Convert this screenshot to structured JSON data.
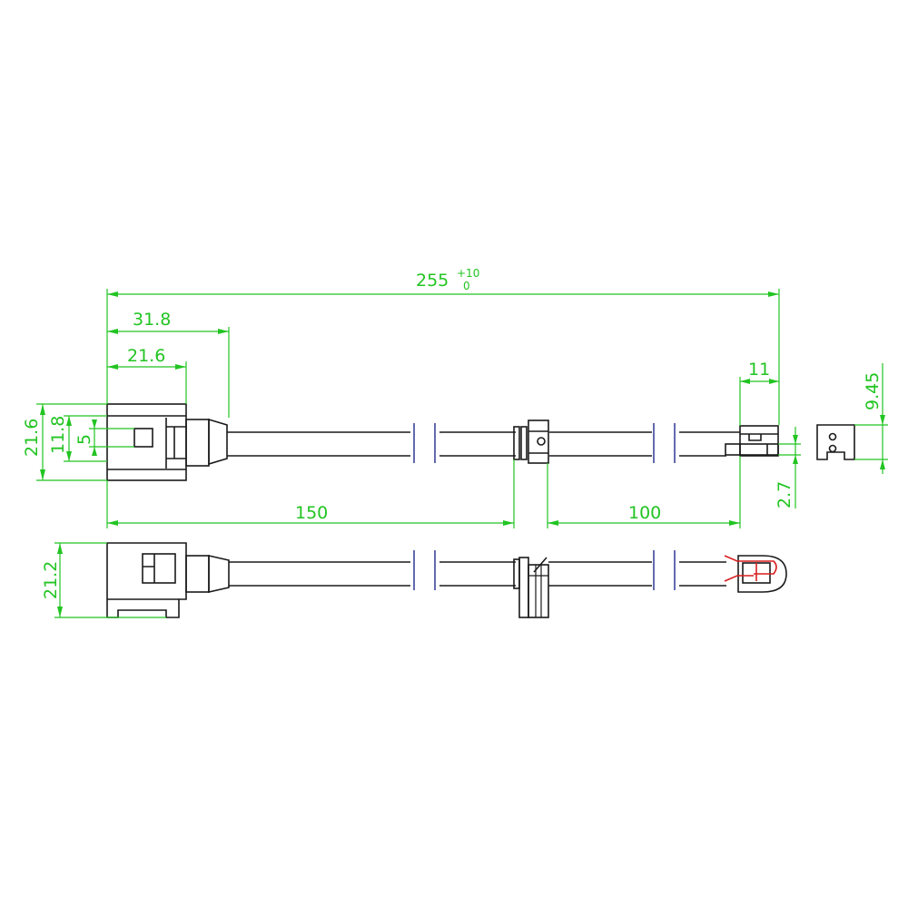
{
  "dimensions": {
    "overall_length": "255",
    "overall_tol_upper": "+10",
    "overall_tol_lower": "0",
    "connector_length": "31.8",
    "connector_body": "21.6",
    "height_top_view": "21.6",
    "inner_height": "11.8",
    "slot": "5",
    "distance_to_clip": "150",
    "clip_to_sensor": "100",
    "sensor_length": "11",
    "sensor_height": "9.45",
    "sensor_offset": "2.7",
    "height_side_view": "21.2"
  },
  "colors": {
    "part_outline": "#1a1a1a",
    "dimension": "#22c422",
    "break_mark": "#1f2a8c",
    "contact": "#d81e1e"
  }
}
